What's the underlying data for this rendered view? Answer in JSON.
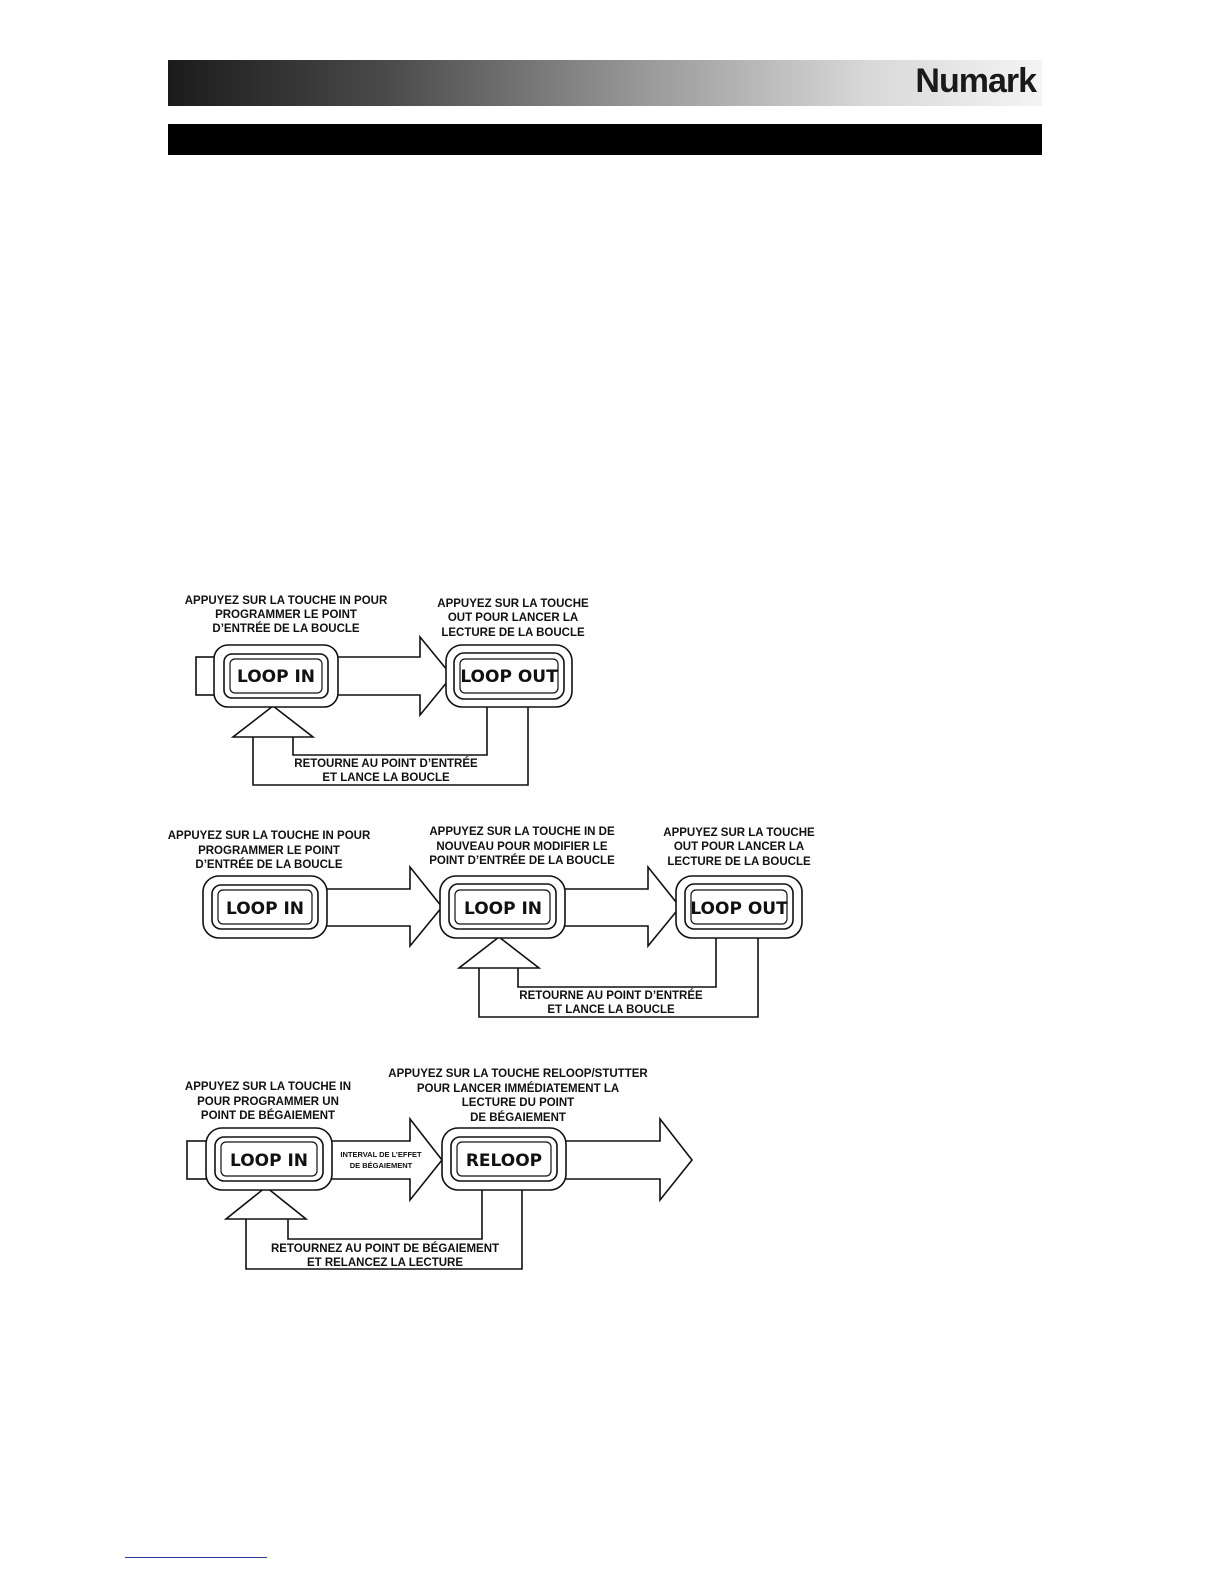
{
  "header": {
    "brand": "Numark"
  },
  "diagrams": [
    {
      "captions": {
        "first": [
          "APPUYEZ SUR LA TOUCHE IN POUR",
          "PROGRAMMER LE POINT",
          "D’ENTRÉE DE LA BOUCLE"
        ],
        "second": [
          "APPUYEZ SUR LA TOUCHE",
          "OUT POUR LANCER LA",
          "LECTURE DE LA BOUCLE"
        ],
        "loop": [
          "RETOURNE AU POINT D’ENTRÉE",
          "ET LANCE LA BOUCLE"
        ]
      },
      "buttons": [
        "LOOP IN",
        "LOOP OUT"
      ]
    },
    {
      "captions": {
        "first": [
          "APPUYEZ SUR LA TOUCHE IN POUR",
          "PROGRAMMER LE POINT",
          "D’ENTRÉE DE LA BOUCLE"
        ],
        "second": [
          "APPUYEZ SUR LA TOUCHE IN DE",
          "NOUVEAU POUR MODIFIER LE",
          "POINT D’ENTRÉE DE LA BOUCLE"
        ],
        "third": [
          "APPUYEZ SUR LA TOUCHE",
          "OUT POUR LANCER LA",
          "LECTURE DE LA BOUCLE"
        ],
        "loop": [
          "RETOURNE AU POINT D’ENTRÉE",
          "ET LANCE LA BOUCLE"
        ]
      },
      "buttons": [
        "LOOP IN",
        "LOOP IN",
        "LOOP OUT"
      ]
    },
    {
      "captions": {
        "first": [
          "APPUYEZ SUR LA TOUCHE IN",
          "POUR PROGRAMMER UN",
          "POINT DE BÉGAIEMENT"
        ],
        "second": [
          "APPUYEZ SUR LA TOUCHE RELOOP/STUTTER",
          "POUR LANCER IMMÉDIATEMENT LA",
          "LECTURE DU POINT",
          "DE BÉGAIEMENT"
        ],
        "interval": [
          "INTERVAL DE L’EFFET",
          "DE BÉGAIEMENT"
        ],
        "loop": [
          "RETOURNEZ AU POINT DE BÉGAIEMENT",
          "ET RELANCEZ LA LECTURE"
        ]
      },
      "buttons": [
        "LOOP IN",
        "RELOOP"
      ]
    }
  ]
}
